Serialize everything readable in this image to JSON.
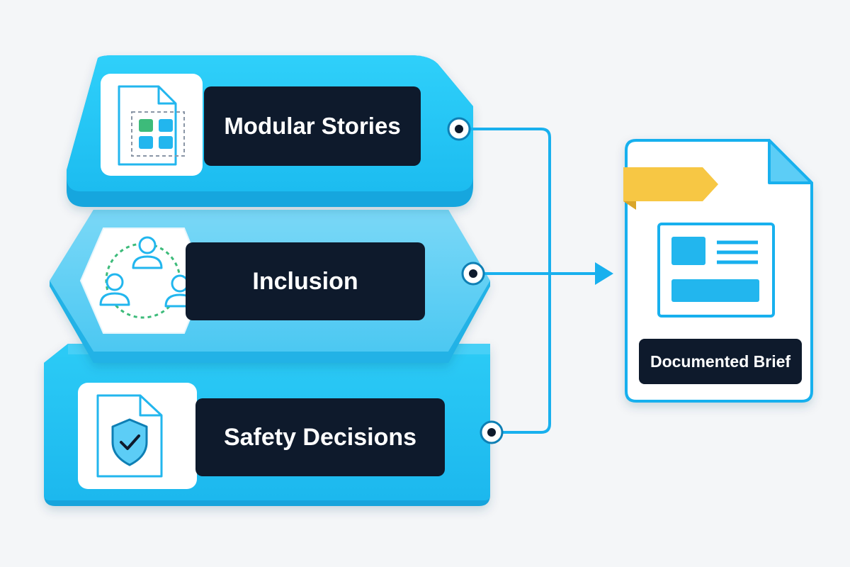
{
  "layers": [
    {
      "label": "Modular Stories",
      "icon": "modular-document-icon"
    },
    {
      "label": "Inclusion",
      "icon": "people-network-icon"
    },
    {
      "label": "Safety Decisions",
      "icon": "shield-document-icon"
    }
  ],
  "output": {
    "label": "Documented Brief",
    "icon": "brief-document-icon"
  },
  "colors": {
    "background": "#f4f6f8",
    "layer_fill": "#22c2f2",
    "layer_side": "#12a4dc",
    "label_bg": "#0e1a2c",
    "connector": "#18b0ee",
    "tab": "#f7c744",
    "icon_green": "#3dbb7a"
  }
}
